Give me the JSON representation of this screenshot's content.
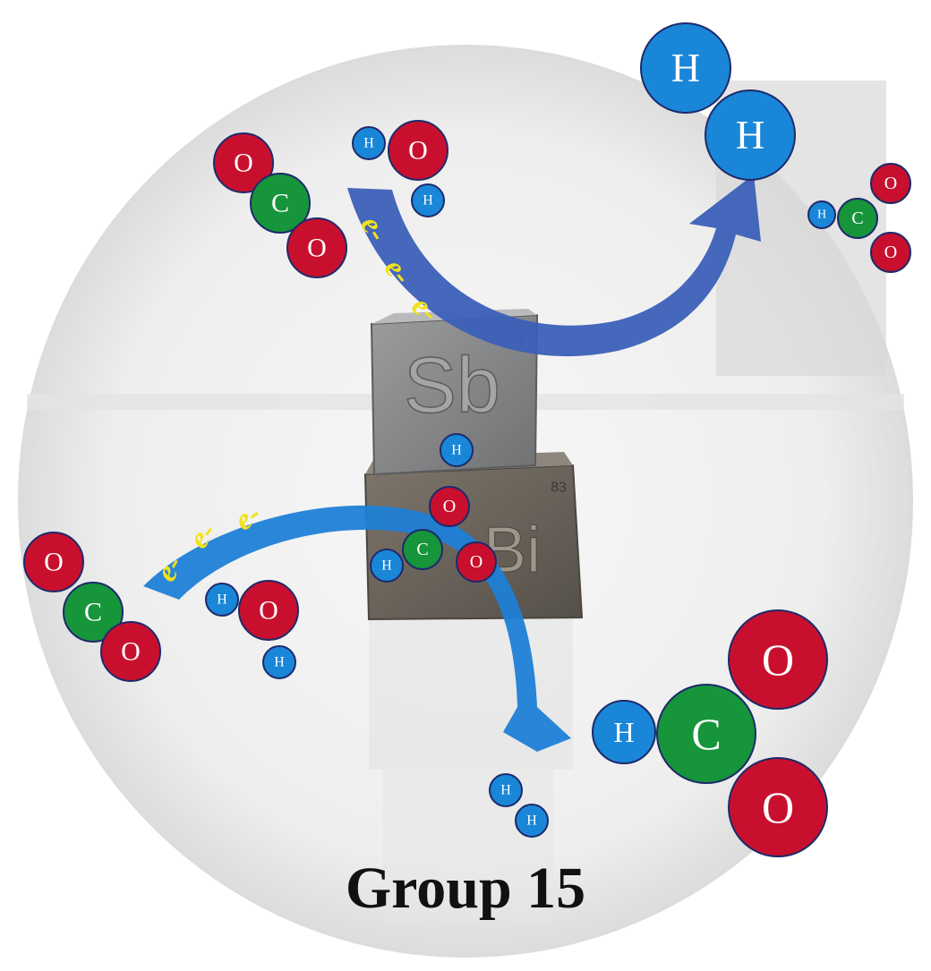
{
  "caption": "Group 15",
  "cubes": {
    "top": {
      "symbol": "Sb",
      "small_number": "51"
    },
    "bottom": {
      "symbol": "Bi",
      "small_number": "83"
    }
  },
  "atom_labels": {
    "oxygen": "O",
    "carbon": "C",
    "hydrogen": "H"
  },
  "electron_label": "e-",
  "colors": {
    "oxygen": "#c8102e",
    "carbon": "#16953a",
    "hydrogen": "#1a86d8",
    "arrow_top": "#3b5fb8",
    "arrow_bottom": "#1f7fd6",
    "electron": "#f2e21a",
    "sb_cube": "#8a8c8e",
    "bi_cube": "#6e665c"
  }
}
